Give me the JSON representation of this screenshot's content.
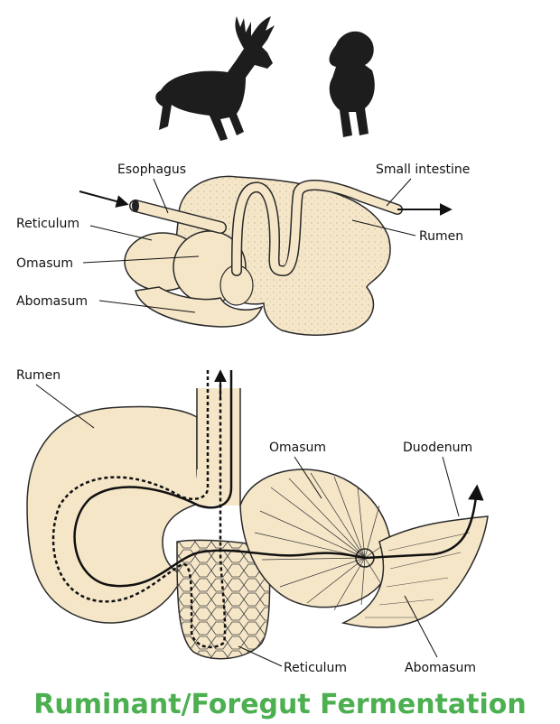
{
  "colors": {
    "organ_fill": "#f5e6c8",
    "organ_stroke": "#2a2a2a",
    "silhouette": "#1d1d1d",
    "title": "#4caf50"
  },
  "icons": [
    "deer-icon",
    "bighorn-sheep-icon"
  ],
  "top_labels": {
    "esophagus": "Esophagus",
    "small_intestine": "Small intestine",
    "reticulum": "Reticulum",
    "rumen": "Rumen",
    "omasum": "Omasum",
    "abomasum": "Abomasum"
  },
  "bottom_labels": {
    "rumen": "Rumen",
    "omasum": "Omasum",
    "duodenum": "Duodenum",
    "reticulum": "Reticulum",
    "abomasum": "Abomasum"
  },
  "title": "Ruminant/Foregut Fermentation"
}
